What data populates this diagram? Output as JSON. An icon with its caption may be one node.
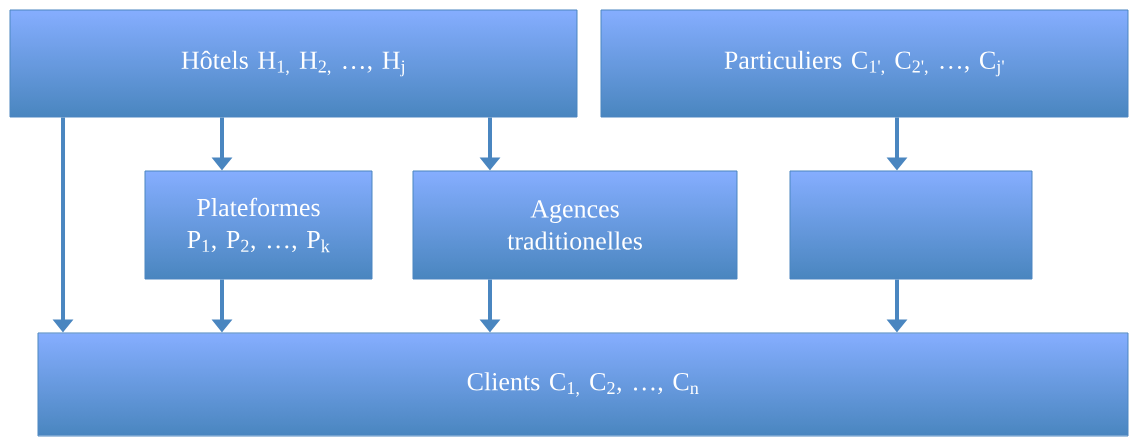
{
  "diagram": {
    "nodes": [
      {
        "text": [
          "Hôtels H$_{1,}$ H$_{2,}$ …, H$_{j}$"
        ]
      },
      {
        "text": [
          "Particuliers C$_{1',}$ C$_{2',}$ …, C$_{j'}$"
        ]
      },
      {
        "text": [
          "Plateformes P$_{1}$, P$_{2}$, …, P$_{k}$"
        ]
      },
      {
        "text": [
          "Agences traditionelles"
        ]
      },
      {
        "text": [],
        "shape": "box"
      },
      {
        "text": [
          "Clients C$_{1,}$ C$_{2}$, …, C$_{n}$"
        ]
      }
    ],
    "edges": [
      {
        "from": 0,
        "to": 5,
        "arrow": "to"
      },
      {
        "from": 0,
        "to": 2,
        "arrow": "to"
      },
      {
        "from": 0,
        "to": 3,
        "arrow": "to"
      },
      {
        "from": 1,
        "to": 4,
        "arrow": "to"
      },
      {
        "from": 2,
        "to": 5,
        "arrow": "to"
      },
      {
        "from": 3,
        "to": 5,
        "arrow": "to"
      },
      {
        "from": 4,
        "to": 5,
        "arrow": "to"
      }
    ]
  }
}
